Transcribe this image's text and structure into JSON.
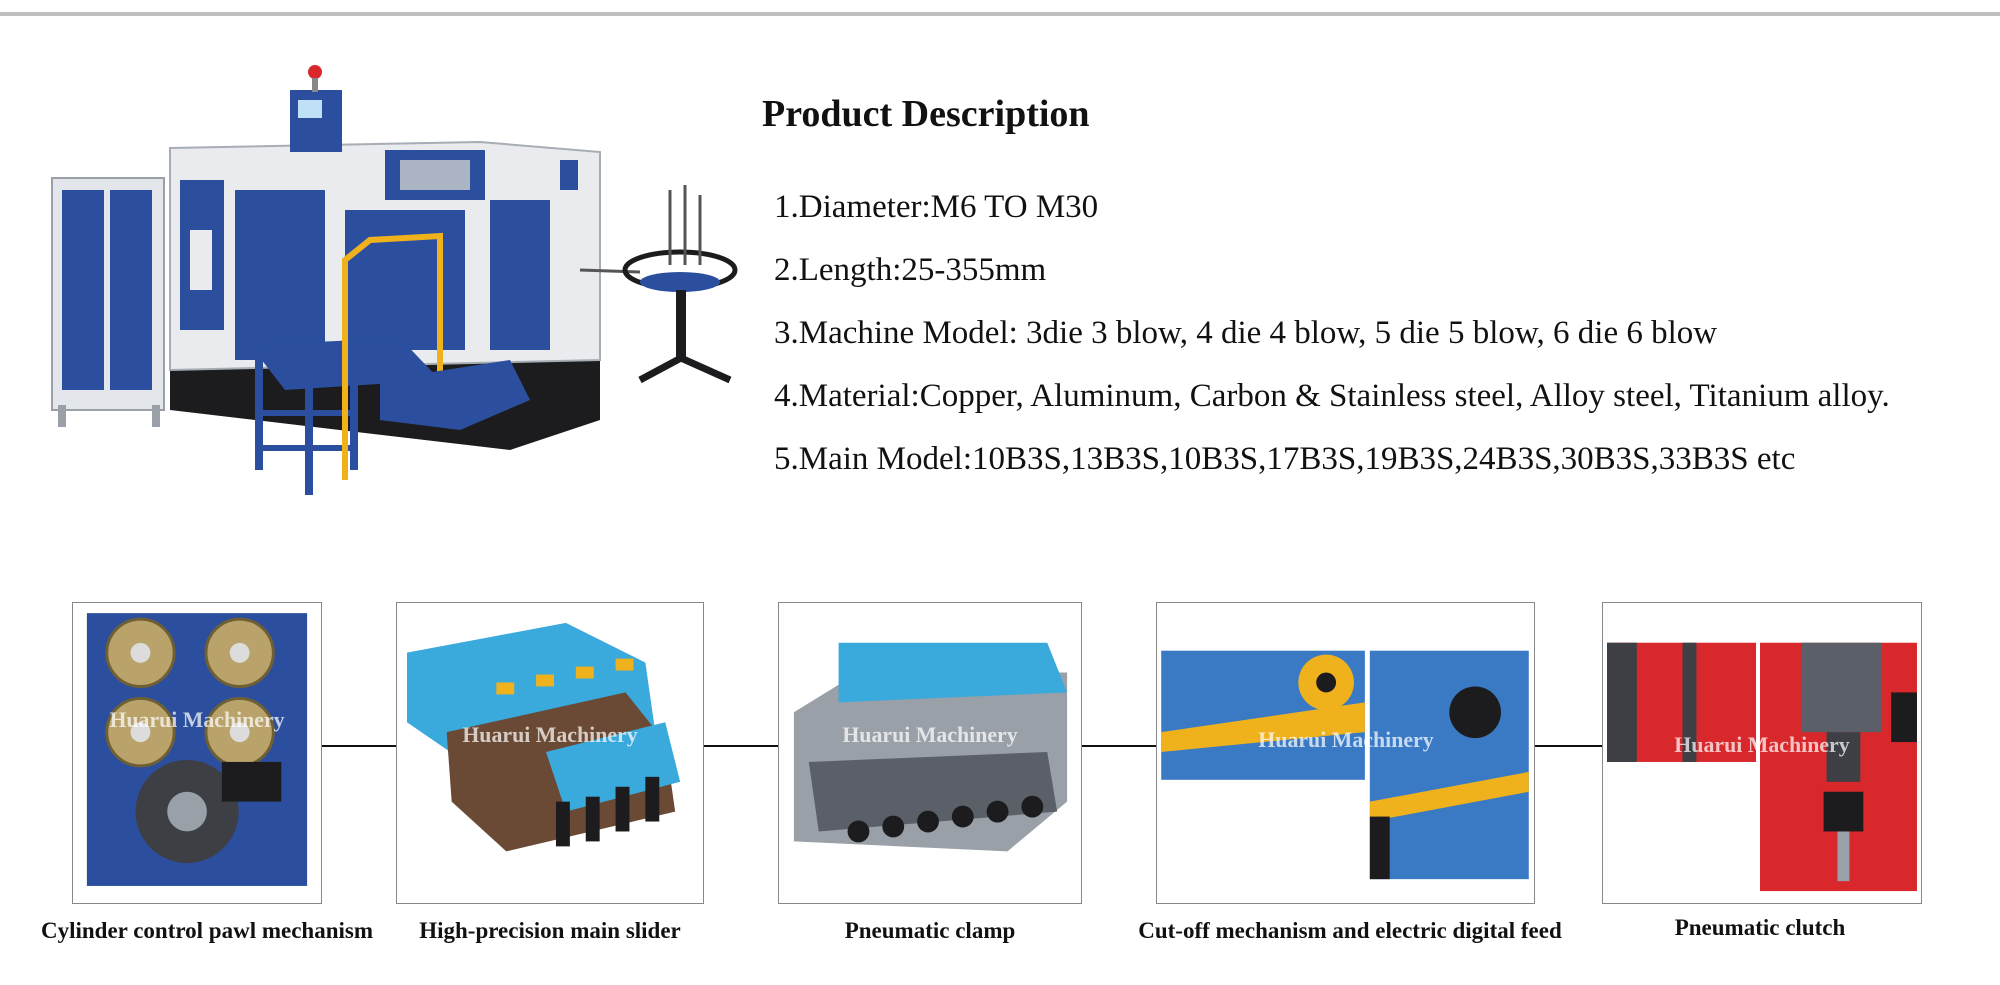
{
  "product": {
    "title": "Product Description",
    "specs": [
      "1.Diameter:M6 TO M30",
      "2.Length:25-355mm",
      "3.Machine Model: 3die 3 blow, 4 die 4 blow, 5 die 5 blow, 6 die 6 blow",
      "4.Material:Copper, Aluminum, Carbon & Stainless steel, Alloy steel, Titanium alloy.",
      "5.Main Model:10B3S,13B3S,10B3S,17B3S,19B3S,24B3S,30B3S,33B3S etc"
    ]
  },
  "watermark": "Huarui Machinery",
  "features": [
    {
      "caption": "Cylinder control pawl mechanism"
    },
    {
      "caption": "High-precision main slider"
    },
    {
      "caption": "Pneumatic clamp"
    },
    {
      "caption": "Cut-off mechanism and electric digital feed"
    },
    {
      "caption": "Pneumatic clutch"
    }
  ],
  "colors": {
    "machine_blue": "#2b4f9e",
    "machine_white": "#e9ebee",
    "rail_yellow": "#f0b21c",
    "part_cyan": "#3aa9dc",
    "part_brown": "#6b4a35",
    "clutch_red": "#d8282c",
    "gear_gold": "#b9a36a"
  }
}
